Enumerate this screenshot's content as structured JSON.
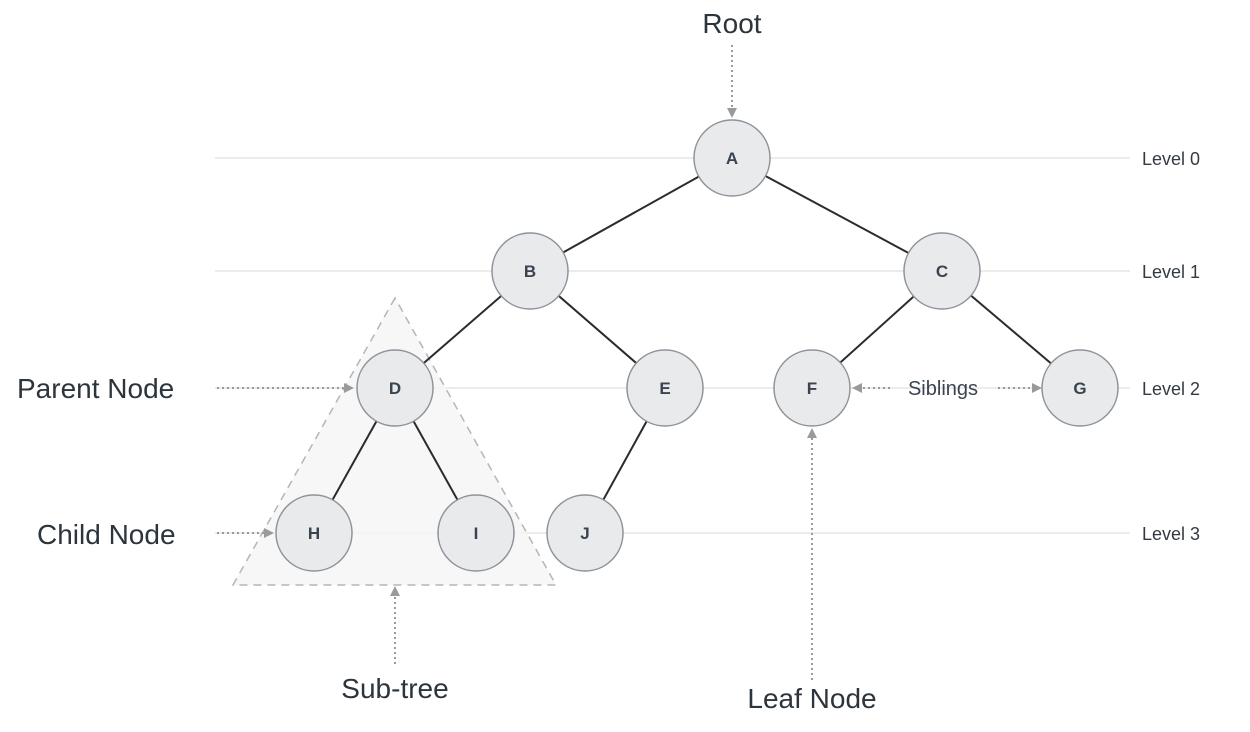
{
  "nodes": [
    {
      "id": "A",
      "label": "A"
    },
    {
      "id": "B",
      "label": "B"
    },
    {
      "id": "C",
      "label": "C"
    },
    {
      "id": "D",
      "label": "D"
    },
    {
      "id": "E",
      "label": "E"
    },
    {
      "id": "F",
      "label": "F"
    },
    {
      "id": "G",
      "label": "G"
    },
    {
      "id": "H",
      "label": "H"
    },
    {
      "id": "I",
      "label": "I"
    },
    {
      "id": "J",
      "label": "J"
    }
  ],
  "edges": [
    {
      "from": "A",
      "to": "B"
    },
    {
      "from": "A",
      "to": "C"
    },
    {
      "from": "B",
      "to": "D"
    },
    {
      "from": "B",
      "to": "E"
    },
    {
      "from": "C",
      "to": "F"
    },
    {
      "from": "C",
      "to": "G"
    },
    {
      "from": "D",
      "to": "H"
    },
    {
      "from": "D",
      "to": "I"
    },
    {
      "from": "E",
      "to": "J"
    }
  ],
  "levels": [
    {
      "label": "Level 0"
    },
    {
      "label": "Level 1"
    },
    {
      "label": "Level 2"
    },
    {
      "label": "Level 3"
    }
  ],
  "annotations": {
    "root": "Root",
    "parent_node": "Parent Node",
    "child_node": "Child Node",
    "sub_tree": "Sub-tree",
    "leaf_node": "Leaf Node",
    "siblings": "Siblings"
  },
  "colors": {
    "node_fill": "#e9eaec",
    "node_stroke": "#8e949a",
    "edge": "#2b2b2b",
    "level_line": "#e6e6e6",
    "arrow": "#9a9a9a",
    "subtree_fill": "#f6f6f6",
    "subtree_stroke": "#b5b5b5"
  }
}
